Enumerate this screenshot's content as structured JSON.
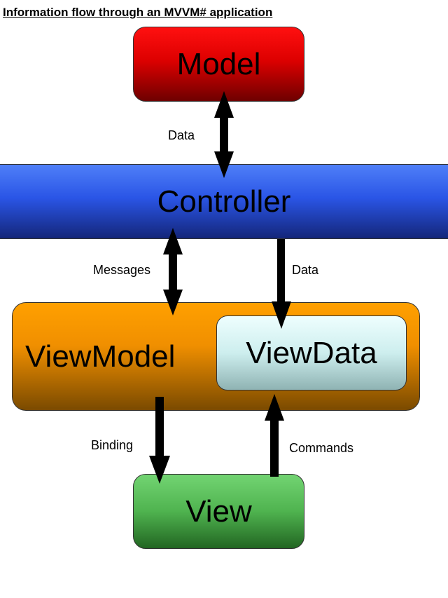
{
  "title": "Information flow through an MVVM# application",
  "boxes": {
    "model": "Model",
    "controller": "Controller",
    "viewmodel": "ViewModel",
    "viewdata": "ViewData",
    "view": "View"
  },
  "flows": {
    "model_controller": "Data",
    "controller_viewmodel": "Messages",
    "controller_viewdata": "Data",
    "viewmodel_view": "Binding",
    "view_viewdata": "Commands"
  },
  "colors": {
    "model": "#dd0000",
    "controller": "#2a55e6",
    "viewmodel": "#f08f00",
    "viewdata": "#cdeeee",
    "view": "#4fb34f",
    "arrow": "#000000"
  }
}
